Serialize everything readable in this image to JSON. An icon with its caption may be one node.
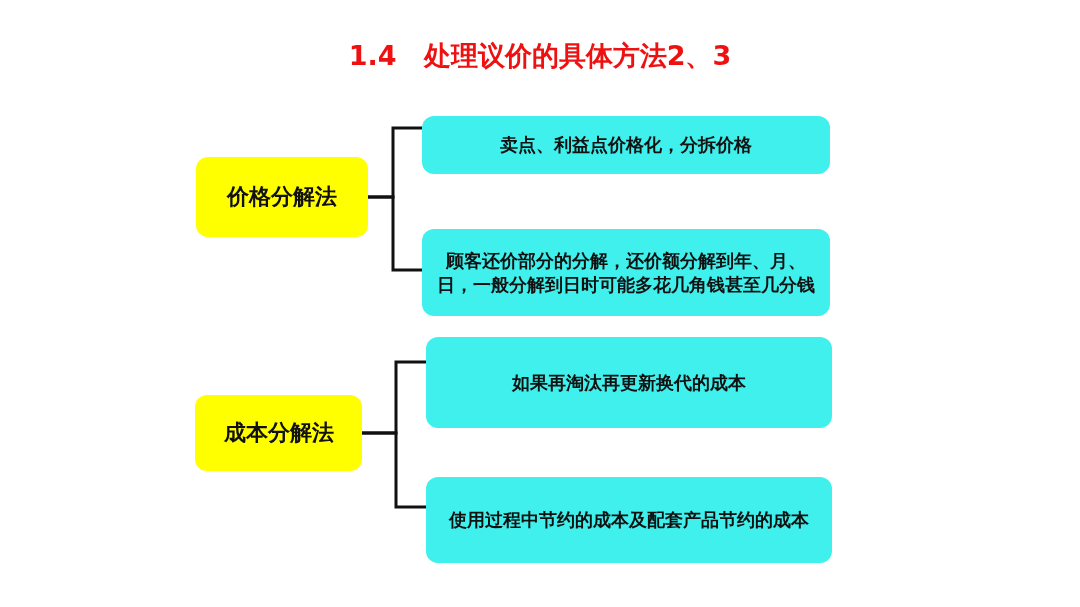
{
  "diagram": {
    "title": "1.4　处理议价的具体方法2、3",
    "nodes": [
      {
        "text": [
          "价格分解法"
        ]
      },
      {
        "text": [
          "卖点、利益点价格化，分拆价格"
        ]
      },
      {
        "text": [
          "顾客还价部分的分解，还价额分解到年、月、日，一般分解到日时可能多花几角钱甚至几分钱"
        ]
      },
      {
        "text": [
          "成本分解法"
        ]
      },
      {
        "text": [
          "如果再淘汰再更新换代的成本"
        ]
      },
      {
        "text": [
          "使用过程中节约的成本及配套产品节约的成本"
        ]
      }
    ],
    "edges": [
      {
        "from": 0,
        "to": 1,
        "arrow": "none"
      },
      {
        "from": 0,
        "to": 2,
        "arrow": "none"
      },
      {
        "from": 3,
        "to": 4,
        "arrow": "none"
      },
      {
        "from": 3,
        "to": 5,
        "arrow": "none"
      }
    ]
  }
}
